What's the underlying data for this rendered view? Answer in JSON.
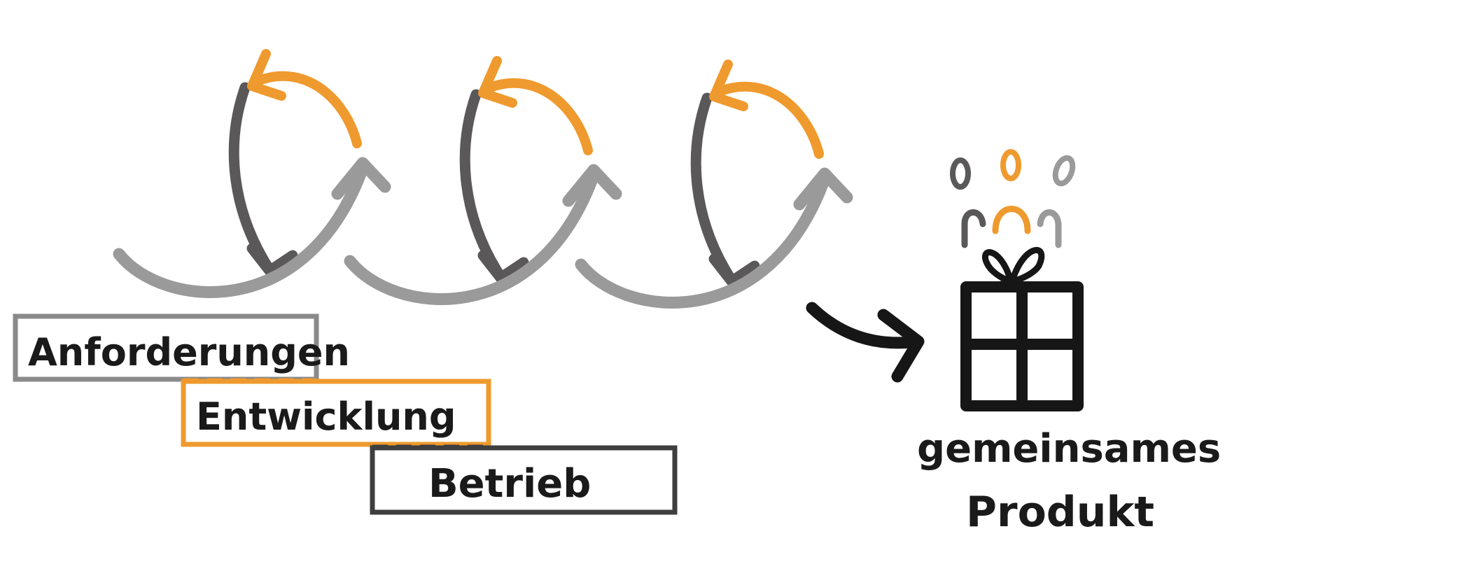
{
  "colors": {
    "orange": "#ef9a2e",
    "dark_gray": "#5a5858",
    "light_gray": "#9a9a9a",
    "black": "#161616",
    "box_gray": "#8a8a8a",
    "box_dark": "#3e3e3e"
  },
  "cycles": [
    {
      "icon": "cycle-arrows-icon"
    },
    {
      "icon": "cycle-arrows-icon"
    },
    {
      "icon": "cycle-arrows-icon"
    }
  ],
  "phases": {
    "requirements": "Anforderungen",
    "development": "Entwicklung",
    "operations": "Betrieb"
  },
  "result": {
    "line1": "gemeinsames",
    "line2": "Produkt",
    "icons": [
      "arrow-right-icon",
      "people-group-icon",
      "gift-icon"
    ]
  }
}
